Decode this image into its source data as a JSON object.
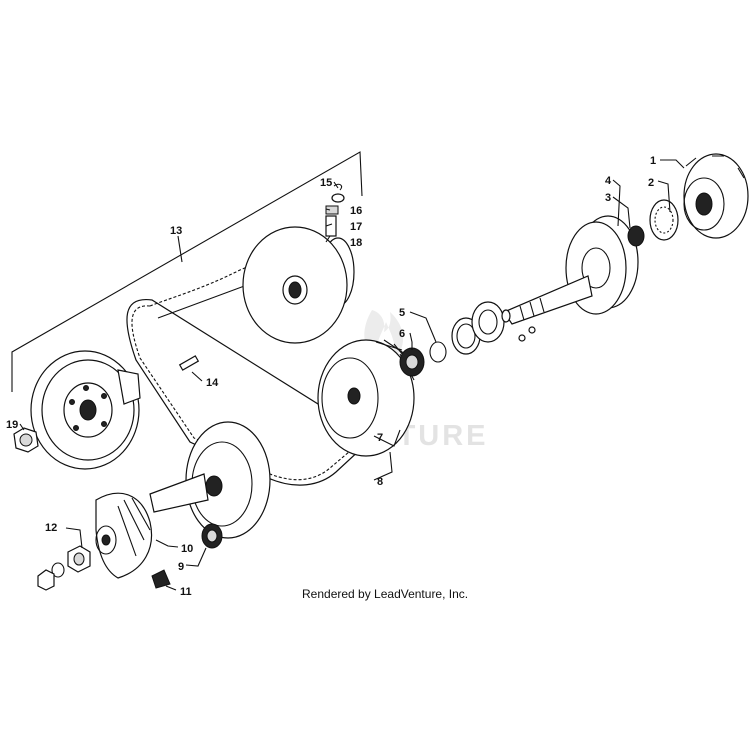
{
  "diagram": {
    "callouts": [
      "1",
      "2",
      "3",
      "4",
      "5",
      "6",
      "7",
      "8",
      "9",
      "10",
      "11",
      "12",
      "13",
      "14",
      "15",
      "16",
      "17",
      "18",
      "19"
    ],
    "watermark_text": "LEADVENTURE",
    "credit_text": "Rendered by LeadVenture, Inc."
  },
  "parts": {
    "primary_clutch_cover": "part-1",
    "one_way_clutch": "part-2",
    "bearing": "part-3",
    "clutch_shaft_assembly": "part-4",
    "snap_ring": "part-5",
    "spacer": "part-6",
    "fixed_sheave": "part-7",
    "drive_belt": "part-8",
    "bearing_9": "part-9",
    "movable_sheave": "part-10",
    "weight": "part-11",
    "nut": "part-12",
    "driven_clutch_assembly": "part-13",
    "pin": "part-14",
    "clip": "part-15",
    "washer": "part-16",
    "roller": "part-17",
    "stud": "part-18",
    "nut_19": "part-19"
  },
  "colors": {
    "line": "#111111",
    "watermark": "#e3e3e3",
    "background": "#ffffff"
  }
}
